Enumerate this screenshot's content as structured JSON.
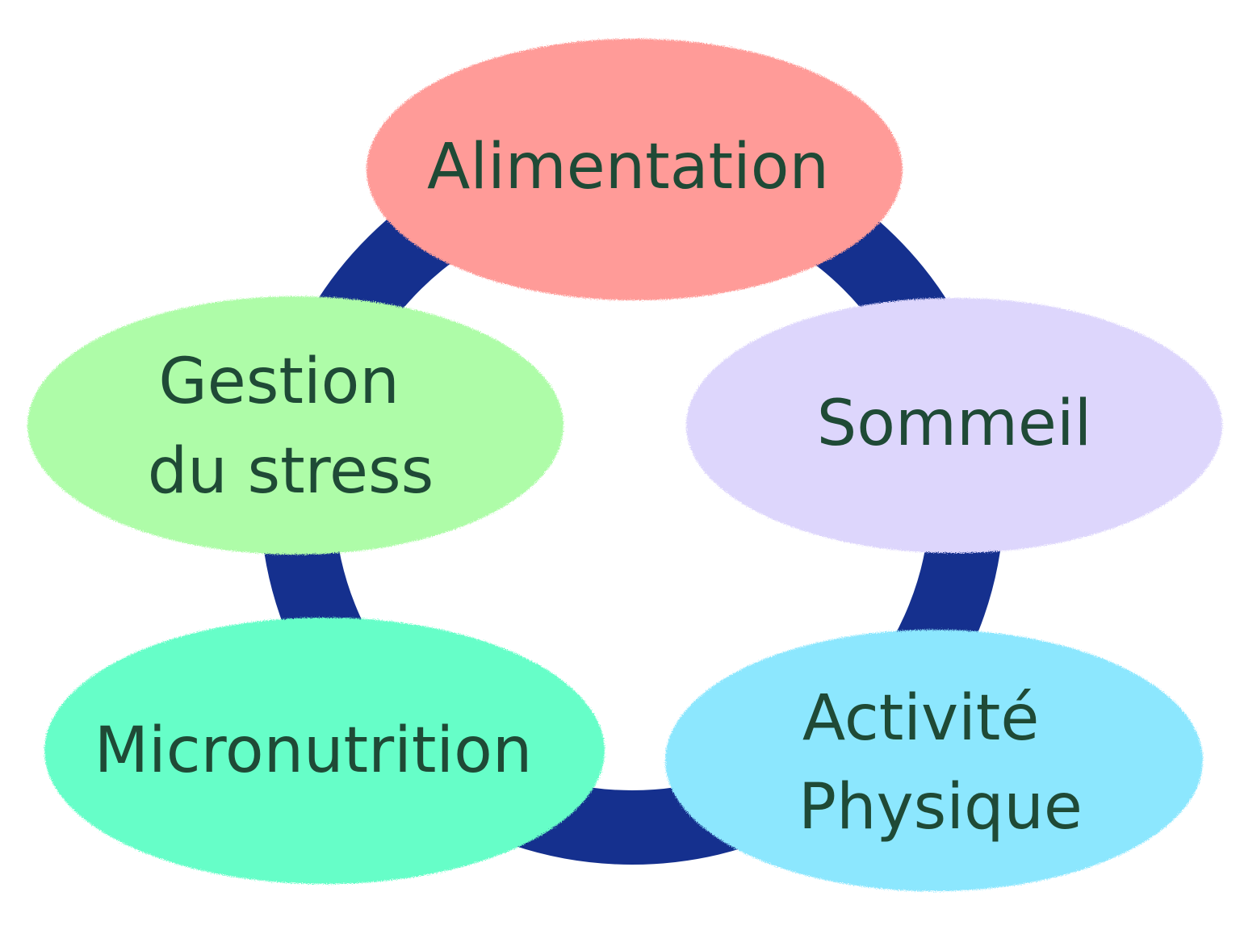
{
  "diagram": {
    "ring_color": "#15308e",
    "text_color": "#1f4a36",
    "nodes": [
      {
        "id": "alimentation",
        "lines": [
          "Alimentation"
        ],
        "color": "#ff9b98"
      },
      {
        "id": "sommeil",
        "lines": [
          "Sommeil"
        ],
        "color": "#ddd6fc"
      },
      {
        "id": "activite-physique",
        "lines": [
          "Activité",
          "Physique"
        ],
        "color": "#8ce7fe"
      },
      {
        "id": "micronutrition",
        "lines": [
          "Micronutrition"
        ],
        "color": "#66fec8"
      },
      {
        "id": "gestion-du-stress",
        "lines": [
          "Gestion",
          "du stress"
        ],
        "color": "#aefca8"
      }
    ]
  }
}
